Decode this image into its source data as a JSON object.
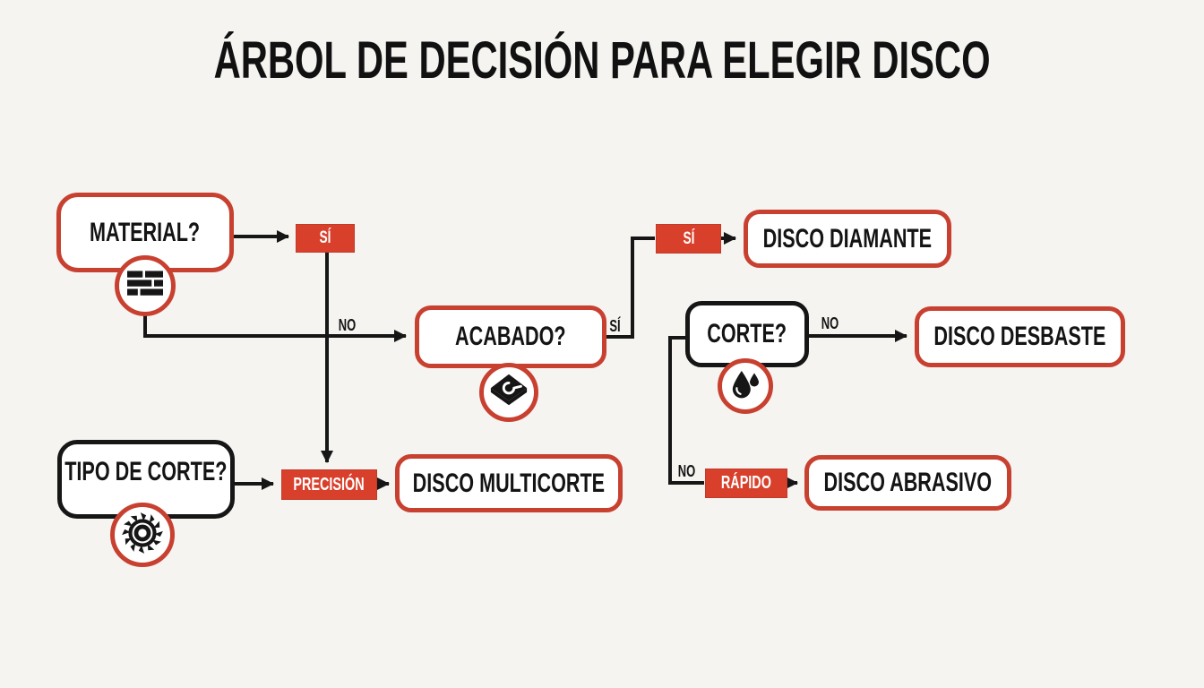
{
  "title": "ÁRBOL DE DECISIÓN PARA ELEGIR DISCO",
  "colors": {
    "background": "#F5F4F1",
    "accent_red": "#D8402C",
    "outline_red": "#C8402F",
    "outline_black": "#161616",
    "text_black": "#141414",
    "chip_text": "#FFFFFF"
  },
  "nodes": {
    "material": {
      "label": "MATERIAL?",
      "icon": "brick-wall-icon"
    },
    "acabado": {
      "label": "ACABADO?",
      "icon": "sanding-pad-icon"
    },
    "corte": {
      "label": "CORTE?",
      "icon": "water-drop-icon"
    },
    "tipo_corte": {
      "label": "TIPO DE CORTE?",
      "icon": "saw-blade-icon"
    },
    "disco_diamante": {
      "label": "DISCO DIAMANTE"
    },
    "disco_desbaste": {
      "label": "DISCO DESBASTE"
    },
    "disco_multicorte": {
      "label": "DISCO MULTICORTE"
    },
    "disco_abrasivo": {
      "label": "DISCO ABRASIVO"
    }
  },
  "edge_labels": {
    "si_material_chip": "SÍ",
    "si_acabado": "SÍ",
    "si_diamante_chip": "SÍ",
    "no_material": "NO",
    "no_corte_right": "NO",
    "no_corte_down": "NO",
    "precision_chip": "PRECISIÓN",
    "rapido_chip": "RÁPIDO"
  }
}
